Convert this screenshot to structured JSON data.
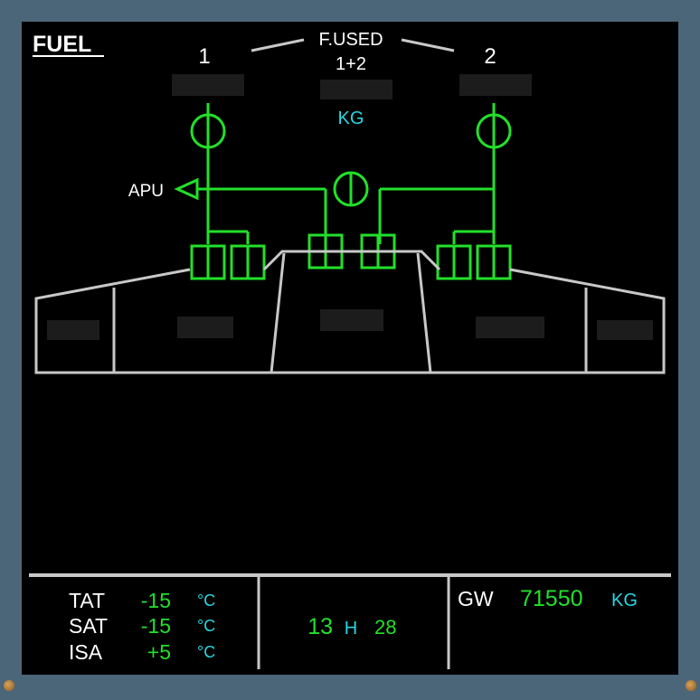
{
  "page": {
    "title": "FUEL"
  },
  "engines": {
    "left": "1",
    "right": "2"
  },
  "fuel_used": {
    "label_line1": "F.USED",
    "label_line2": "1+2",
    "unit": "KG"
  },
  "apu": {
    "label": "APU"
  },
  "bottom": {
    "tat": {
      "label": "TAT",
      "value": "-15",
      "unit": "°C"
    },
    "sat": {
      "label": "SAT",
      "value": "-15",
      "unit": "°C"
    },
    "isa": {
      "label": "ISA",
      "value": "+5",
      "unit": "°C"
    },
    "time": {
      "hours": "13",
      "h_label": "H",
      "minutes": "28"
    },
    "gw": {
      "label": "GW",
      "value": "71550",
      "unit": "KG"
    }
  },
  "colors": {
    "green": "#22e02a",
    "cyan": "#28d6e0",
    "white": "#ffffff",
    "grey": "#c8c8c8",
    "blur": "#1c1c1c"
  }
}
